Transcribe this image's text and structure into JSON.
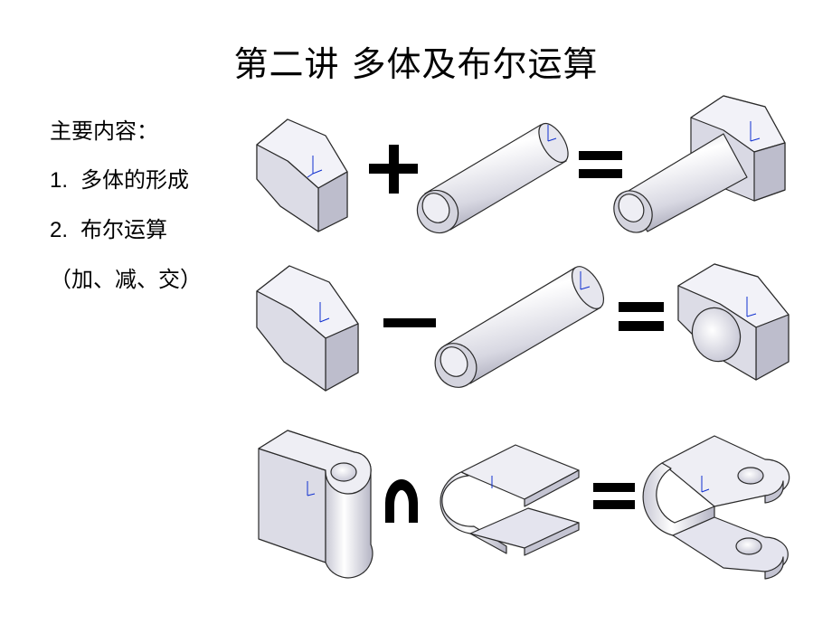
{
  "title": "第二讲 多体及布尔运算",
  "outline": {
    "heading": "主要内容：",
    "items": [
      {
        "num": "1.",
        "text": "多体的形成"
      },
      {
        "num": "2.",
        "text": "布尔运算"
      }
    ],
    "note": "（加、减、交）"
  },
  "diagram": {
    "rows": [
      {
        "operation": "add-icon",
        "result": "bolt"
      },
      {
        "operation": "subtract-icon",
        "result": "nut"
      },
      {
        "operation": "intersect-icon",
        "result": "clip"
      }
    ],
    "colors": {
      "face_light": "#f2f2f8",
      "face_mid": "#d9d9e4",
      "face_dark": "#bdbdcc",
      "edge": "#2a2a2a",
      "axis": "#1030d0"
    }
  }
}
